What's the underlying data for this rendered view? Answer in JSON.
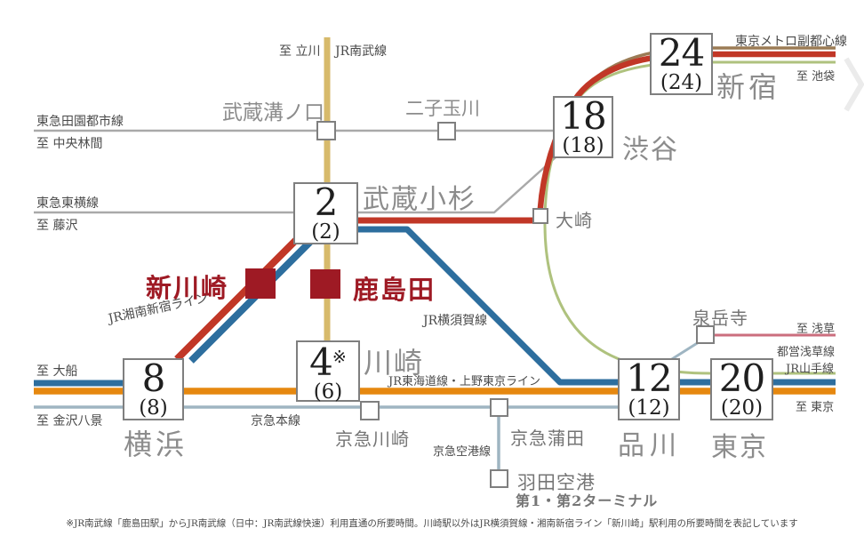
{
  "colors": {
    "nambu_yellow": "#d7ba6b",
    "tokyu_gray": "#a9a9a9",
    "jr_red": "#c13727",
    "accent_dark_red": "#9e1a24",
    "yokosuka_blue": "#2d6e9e",
    "tokaido_orange": "#e6880f",
    "keikyu_gray_blue": "#9fb5c2",
    "asakusa_pink": "#cb6e7e",
    "yamanote_green": "#afc27e",
    "fukutoshin_brown": "#9b7b55",
    "box_border_gray": "#7f7f7f",
    "chevron_gray": "#ebebeb"
  },
  "stations": {
    "musashikosugi": {
      "name": "武蔵小杉",
      "time": "2",
      "time_alt": "(2)"
    },
    "shibuya": {
      "name": "渋谷",
      "time": "18",
      "time_alt": "(18)"
    },
    "shinjuku": {
      "name": "新宿",
      "time": "24",
      "time_alt": "(24)"
    },
    "kawasaki": {
      "name": "川崎",
      "time": "4",
      "note": "※",
      "time_alt": "(6)"
    },
    "yokohama": {
      "name": "横浜",
      "time": "8",
      "time_alt": "(8)"
    },
    "shinagawa": {
      "name": "品川",
      "time": "12",
      "time_alt": "(12)"
    },
    "tokyo": {
      "name": "東京",
      "time": "20",
      "time_alt": "(20)"
    },
    "musashimizonokuchi": {
      "name": "武蔵溝ノ口"
    },
    "futakotamagawa": {
      "name": "二子玉川"
    },
    "osaki": {
      "name": "大崎"
    },
    "sengakuji": {
      "name": "泉岳寺"
    },
    "keikyu_kawasaki": {
      "name": "京急川崎"
    },
    "keikyu_kamata": {
      "name": "京急蒲田"
    },
    "haneda": {
      "name": "羽田空港",
      "sub": "第1・第2ターミナル"
    },
    "shinkawasaki": {
      "name": "新川崎"
    },
    "kashimada": {
      "name": "鹿島田"
    }
  },
  "lines": {
    "nambu": "JR南武線",
    "to_tachikawa": "至 立川",
    "denentoshi": "東急田園都市線",
    "to_chuorinkan": "至 中央林間",
    "toyoko": "東急東横線",
    "to_fujisawa": "至 藤沢",
    "fukutoshin": "東京メトロ副都心線",
    "to_ikebukuro": "至 池袋",
    "shonan_shinjuku": "JR湘南新宿ライン",
    "yokosuka": "JR横須賀線",
    "tokaido": "JR東海道線・上野東京ライン",
    "to_ofuna": "至 大船",
    "to_kanazawahakkei": "至 金沢八景",
    "keikyu_main": "京急本線",
    "keikyu_airport": "京急空港線",
    "asakusa_line": "都営浅草線",
    "to_asakusa": "至 浅草",
    "yamanote": "JR山手線",
    "to_tokyo": "至 東京"
  },
  "footnote": "※JR南武線「鹿島田駅」からJR南武線（日中：JR南武線快速）利用直通の所要時間。川崎駅以外はJR横須賀線・湘南新宿ライン「新川崎」駅利用の所要時間を表記しています"
}
